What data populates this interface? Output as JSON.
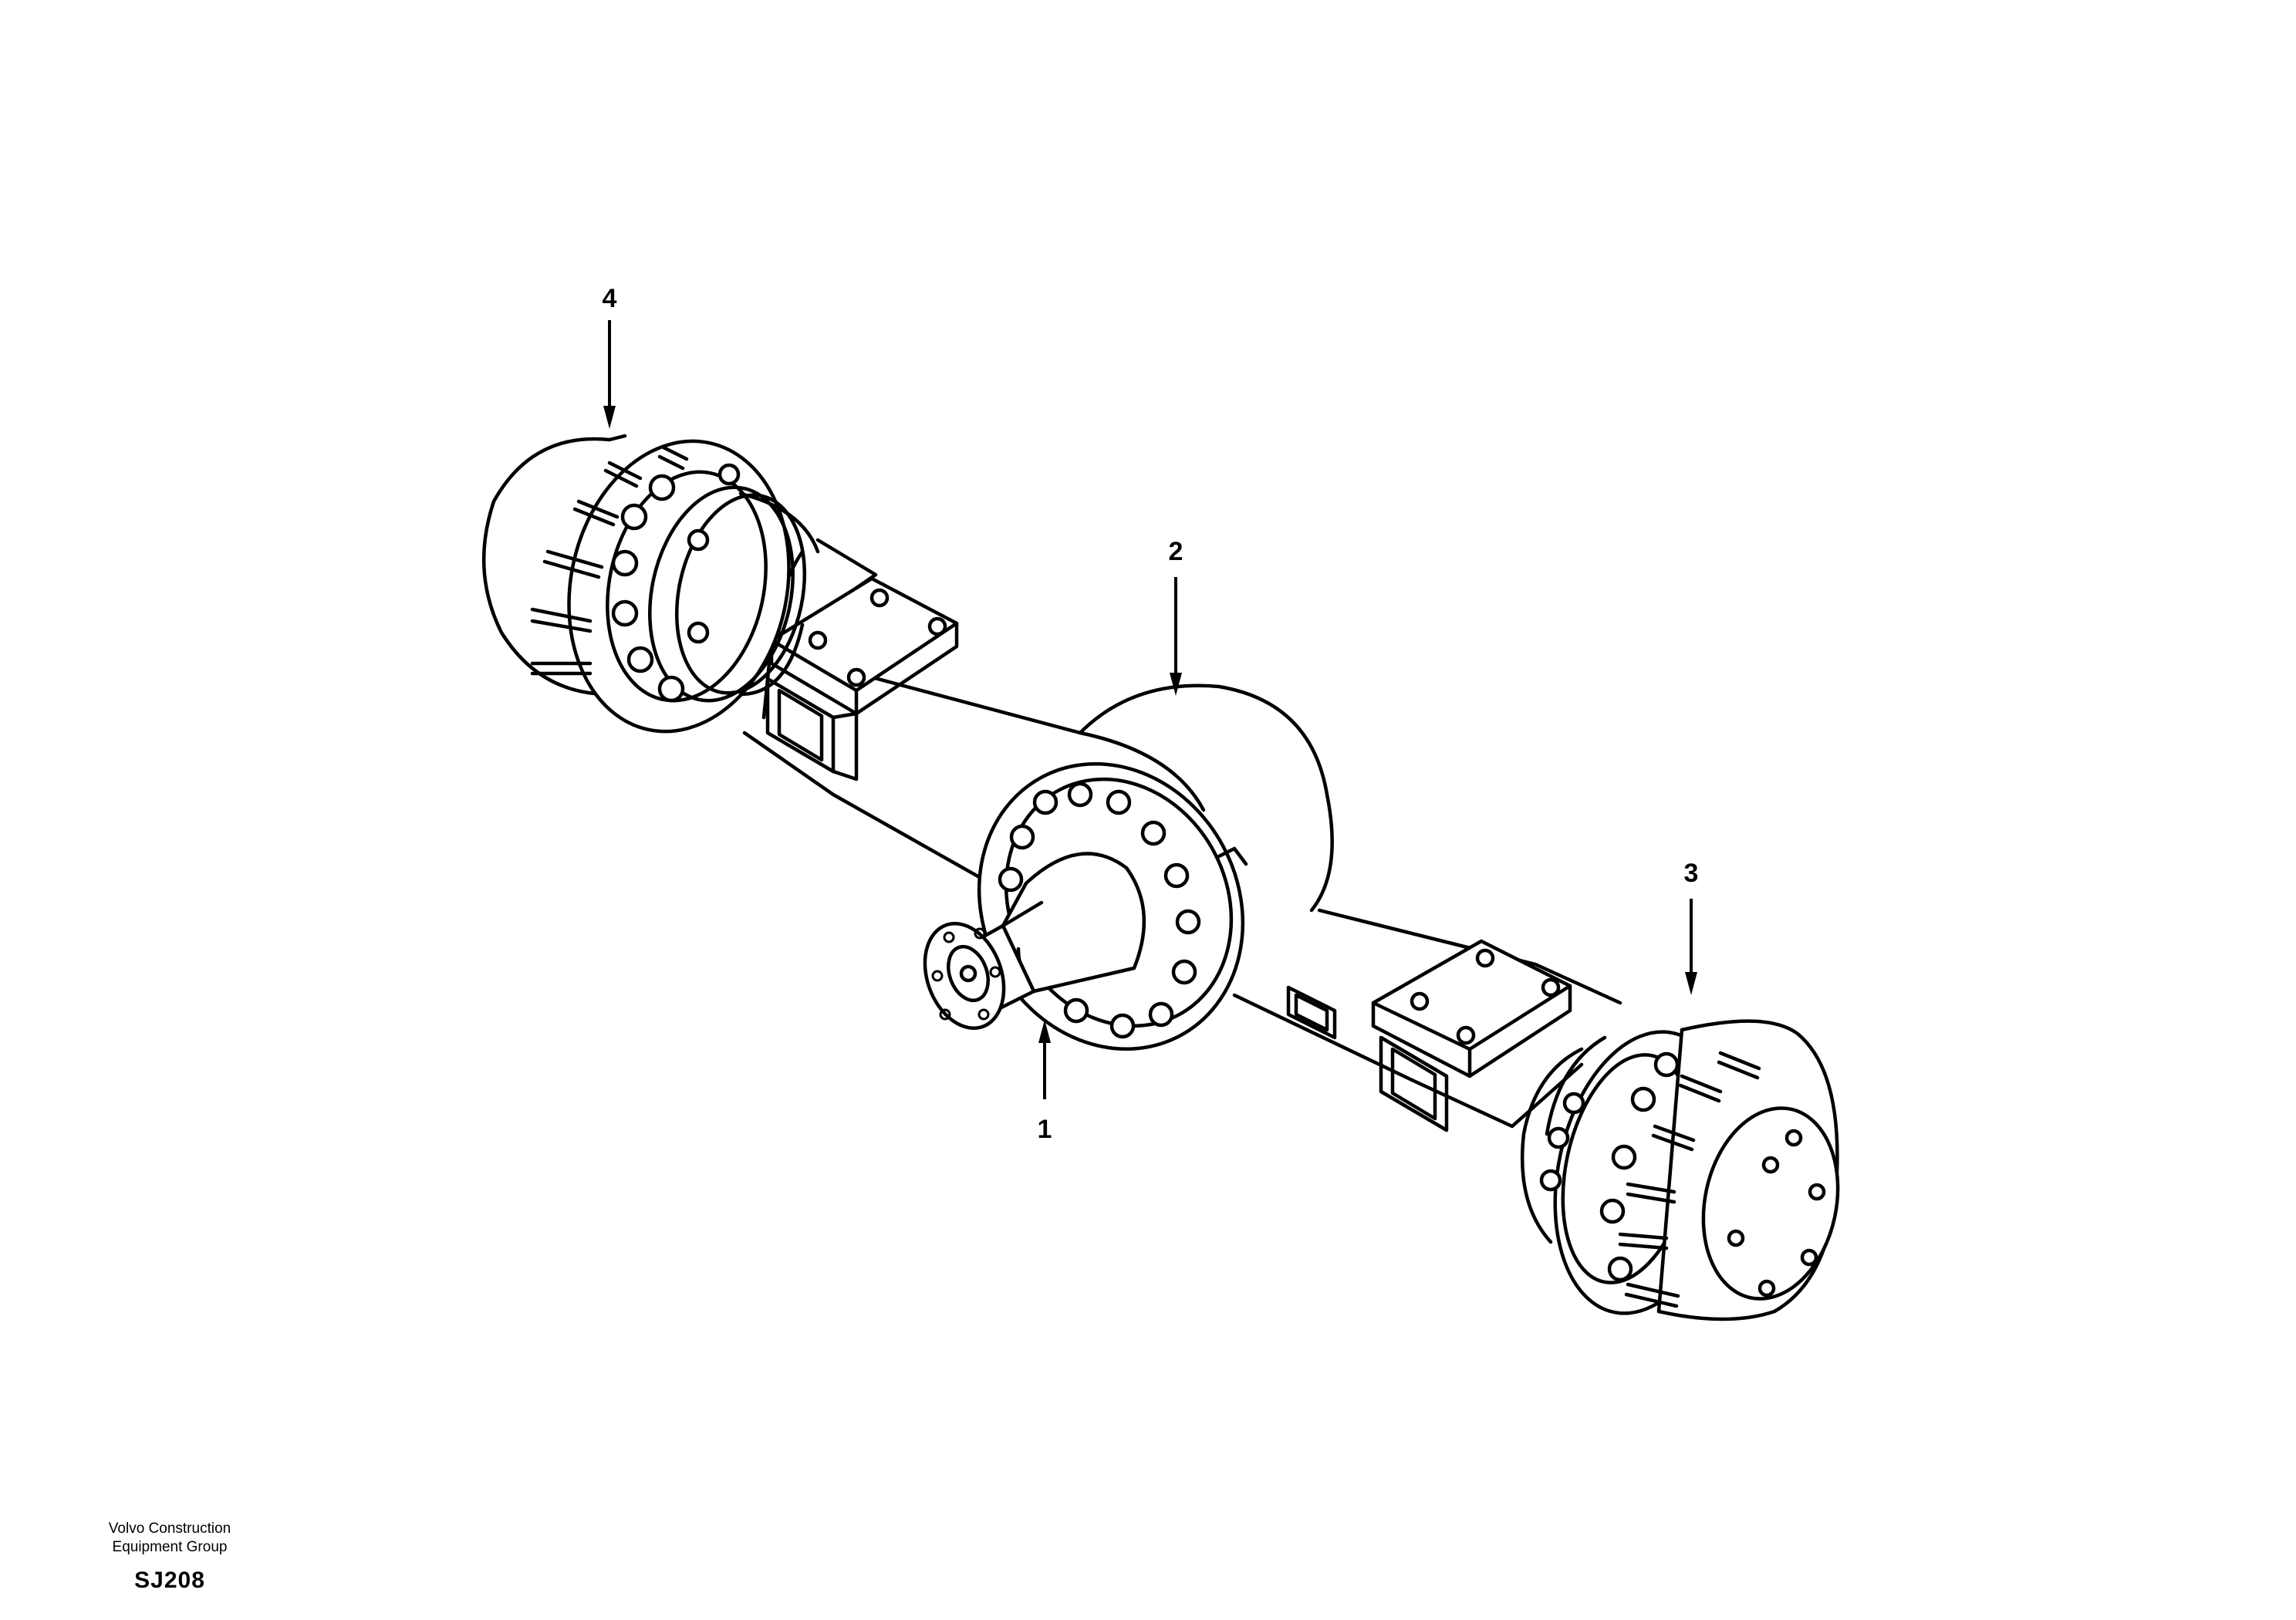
{
  "callouts": [
    {
      "id": "1",
      "label": "1"
    },
    {
      "id": "2",
      "label": "2"
    },
    {
      "id": "3",
      "label": "3"
    },
    {
      "id": "4",
      "label": "4"
    }
  ],
  "footer": {
    "company_line1": "Volvo Construction",
    "company_line2": "Equipment Group",
    "illustration_code": "SJ208"
  }
}
